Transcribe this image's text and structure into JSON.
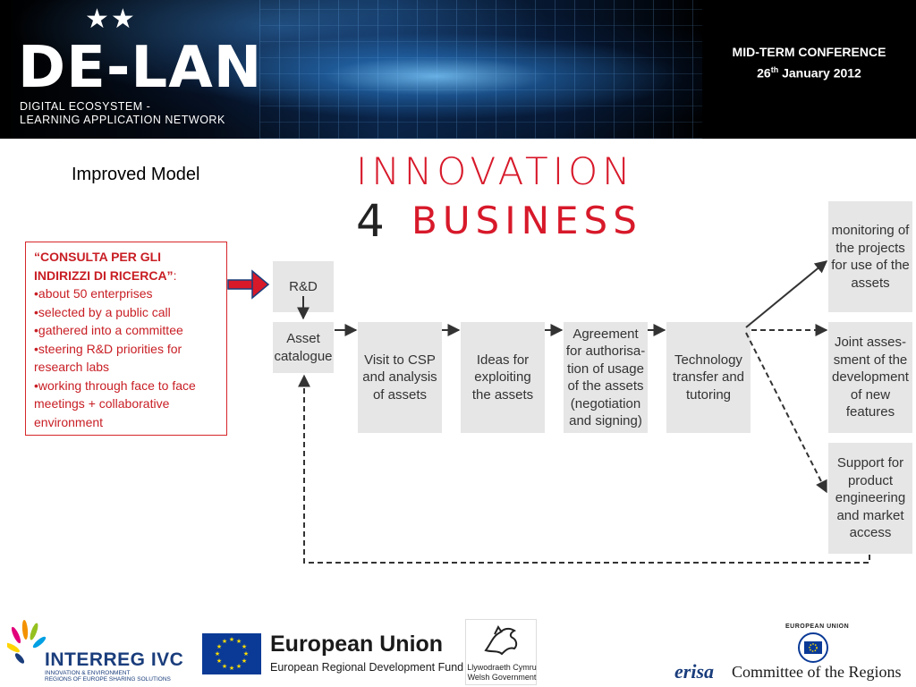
{
  "header": {
    "logo_title": "DE-LAN",
    "logo_sub1": "DIGITAL ECOSYSTEM -",
    "logo_sub2": "LEARNING APPLICATION NETWORK",
    "conf_line1": "MID-TERM CONFERENCE",
    "conf_day": "26",
    "conf_sup": "th",
    "conf_rest": " January 2012"
  },
  "slide": {
    "subtitle": "Improved Model",
    "brand_line1": "INNOVATION",
    "brand_four": "4",
    "brand_line2": "BUSINESS"
  },
  "consulta": {
    "head": "“CONSULTA PER GLI INDIRIZZI DI RICERCA”",
    "colon": ":",
    "bullets": [
      "•about 50 enterprises",
      "•selected by a public call",
      "•gathered into a committee",
      "•steering R&D priorities for research labs",
      "•working through face to face meetings + collaborative environment"
    ]
  },
  "diagram": {
    "rd": "R&D",
    "asset": "Asset\ncatalogue",
    "visit": "Visit to CSP\nand analysis\nof assets",
    "ideas": "Ideas for\nexploiting\nthe assets",
    "agreement": "Agreement\nfor authorisa-\ntion of usage\nof the assets\n(negotiation\nand signing)",
    "tech": "Technology\ntransfer and\ntutoring",
    "monitoring": "monitoring of\nthe projects\nfor use of the\nassets",
    "joint": "Joint asses-\nsment of the\ndevelopment\nof new\nfeatures",
    "support": "Support for\nproduct\nengineering\nand market\naccess"
  },
  "footer": {
    "interreg_title": "INTERREG IVC",
    "interreg_sub1": "INNOVATION & ENVIRONMENT",
    "interreg_sub2": "REGIONS OF EUROPE SHARING SOLUTIONS",
    "eu_title": "European Union",
    "eu_sub": "European Regional Development Fund",
    "welsh_1": "Llywodraeth Cymru",
    "welsh_2": "Welsh Government",
    "cor_eu": "EUROPEAN UNION",
    "erisa": "erisa",
    "cor": "Committee of the Regions"
  },
  "colors": {
    "accent_red": "#d7192a",
    "box_grey": "#e6e6e6",
    "eu_blue": "#0a3a96",
    "star_yellow": "#ffdd00"
  }
}
